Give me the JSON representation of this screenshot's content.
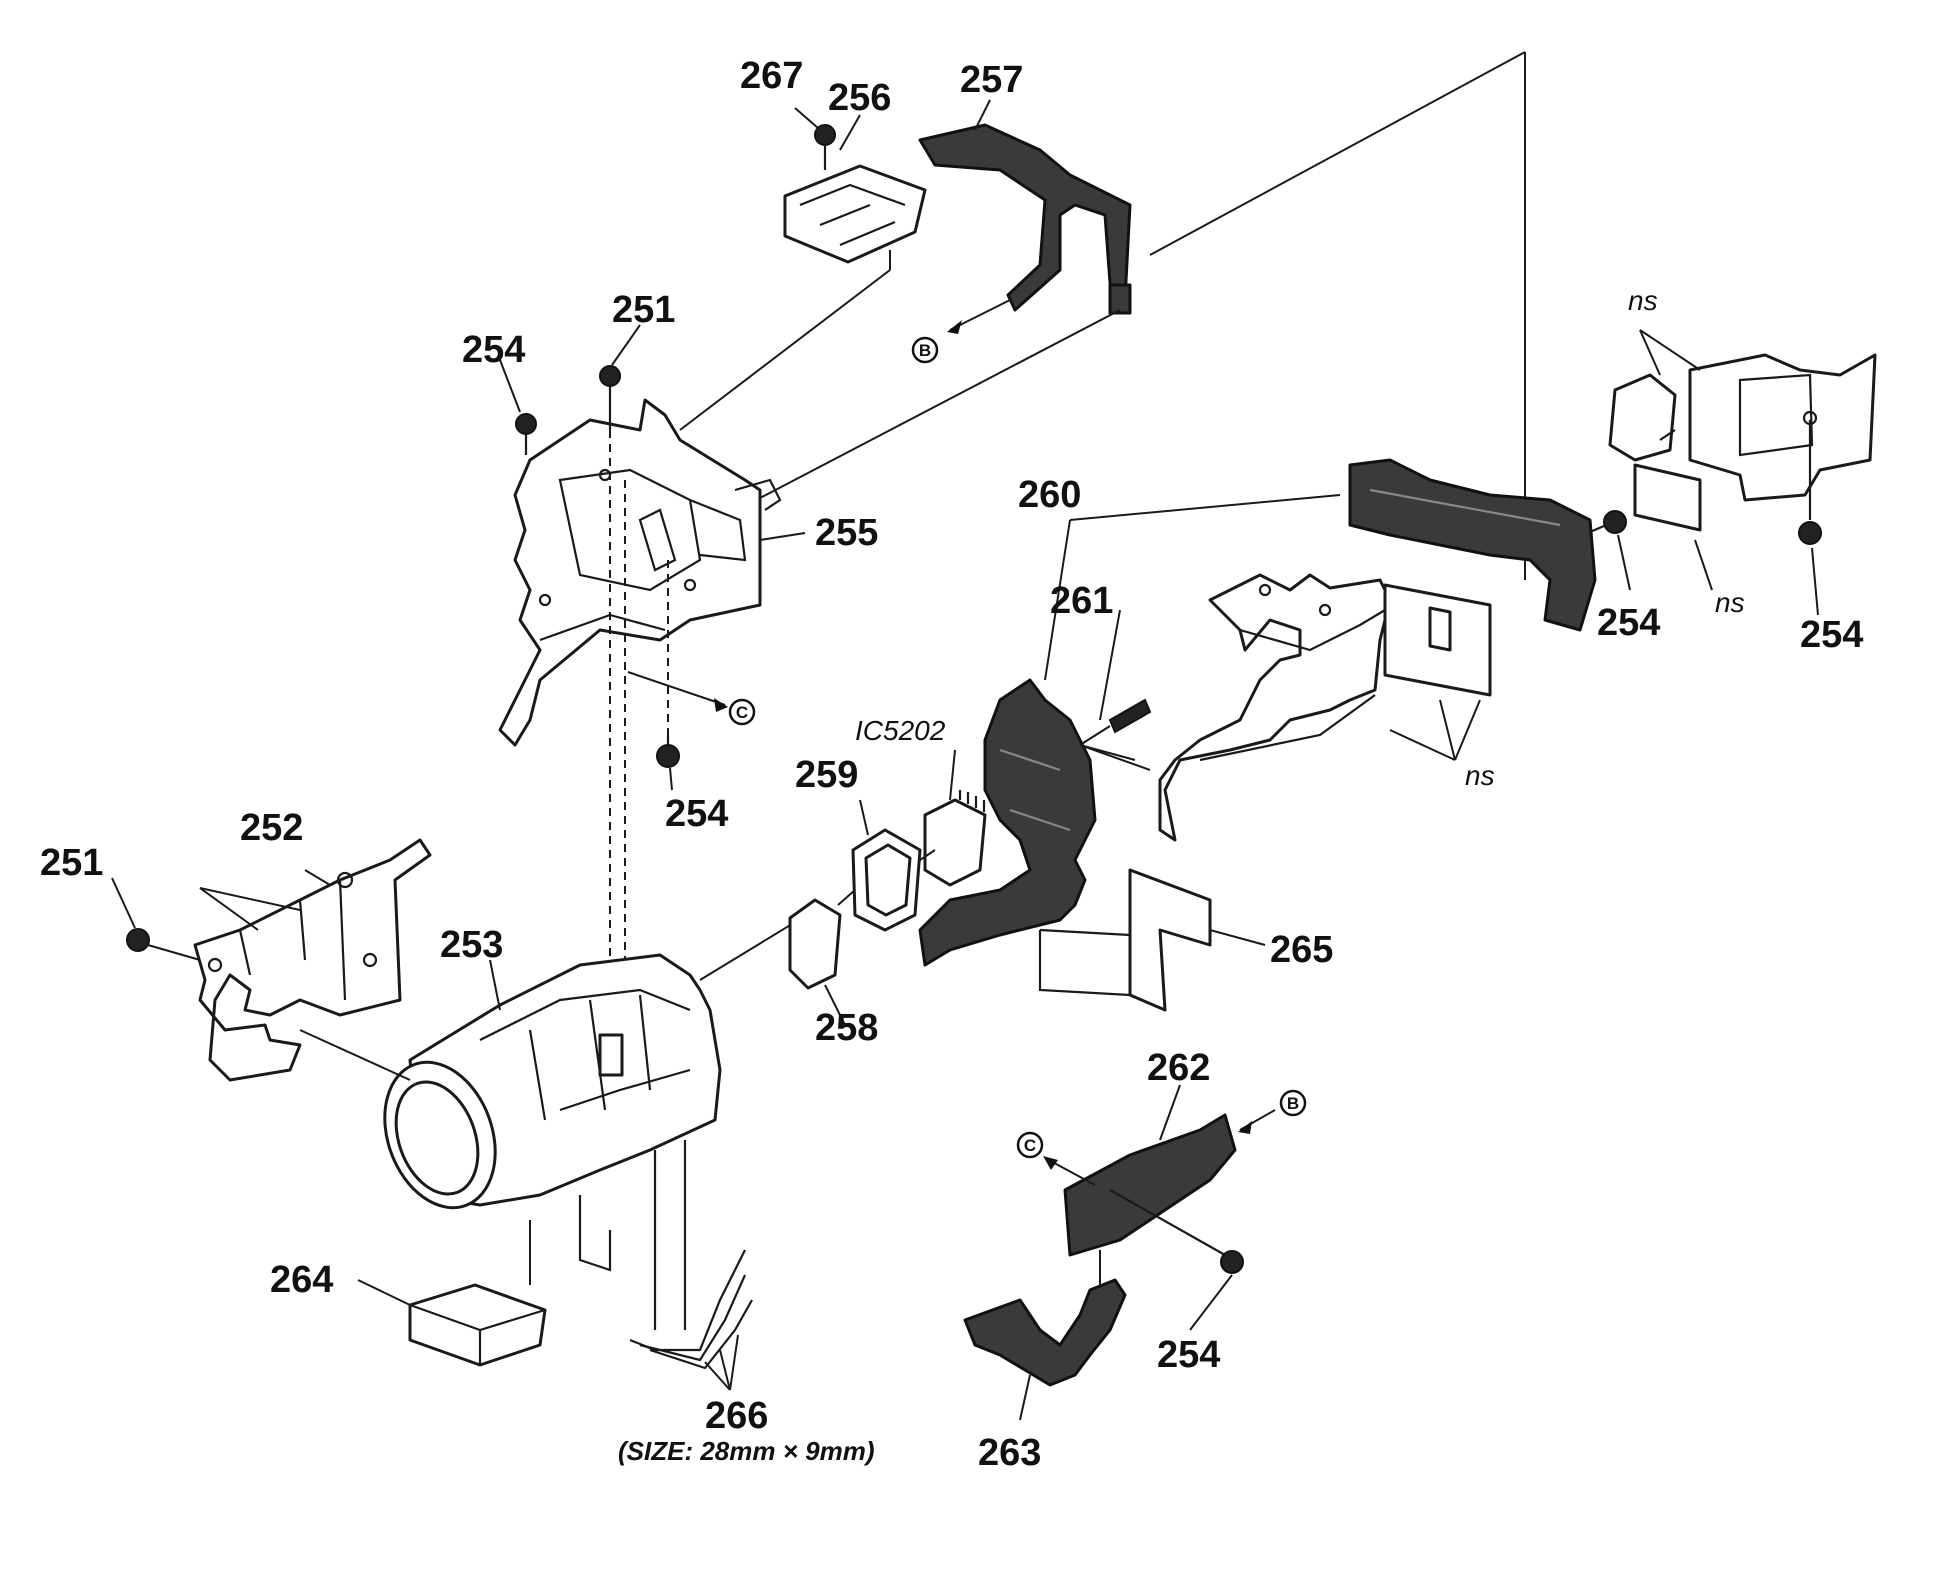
{
  "diagram": {
    "labels": {
      "p267": "267",
      "p256": "256",
      "p257": "257",
      "p251a": "251",
      "p254a": "254",
      "p255": "255",
      "p254b": "254",
      "p260": "260",
      "p261": "261",
      "ic5202": "IC5202",
      "p259": "259",
      "p252": "252",
      "p251b": "251",
      "p253": "253",
      "p258": "258",
      "p265": "265",
      "p254c": "254",
      "p254d": "254",
      "p262": "262",
      "p264": "264",
      "p254e": "254",
      "p266": "266",
      "p263": "263",
      "ns1": "ns",
      "ns2": "ns",
      "ns3": "ns"
    },
    "size_note": "(SIZE: 28mm × 9mm)",
    "markers": {
      "b_top": "B",
      "c_mid": "C",
      "c_low": "C",
      "b_low": "B"
    }
  }
}
